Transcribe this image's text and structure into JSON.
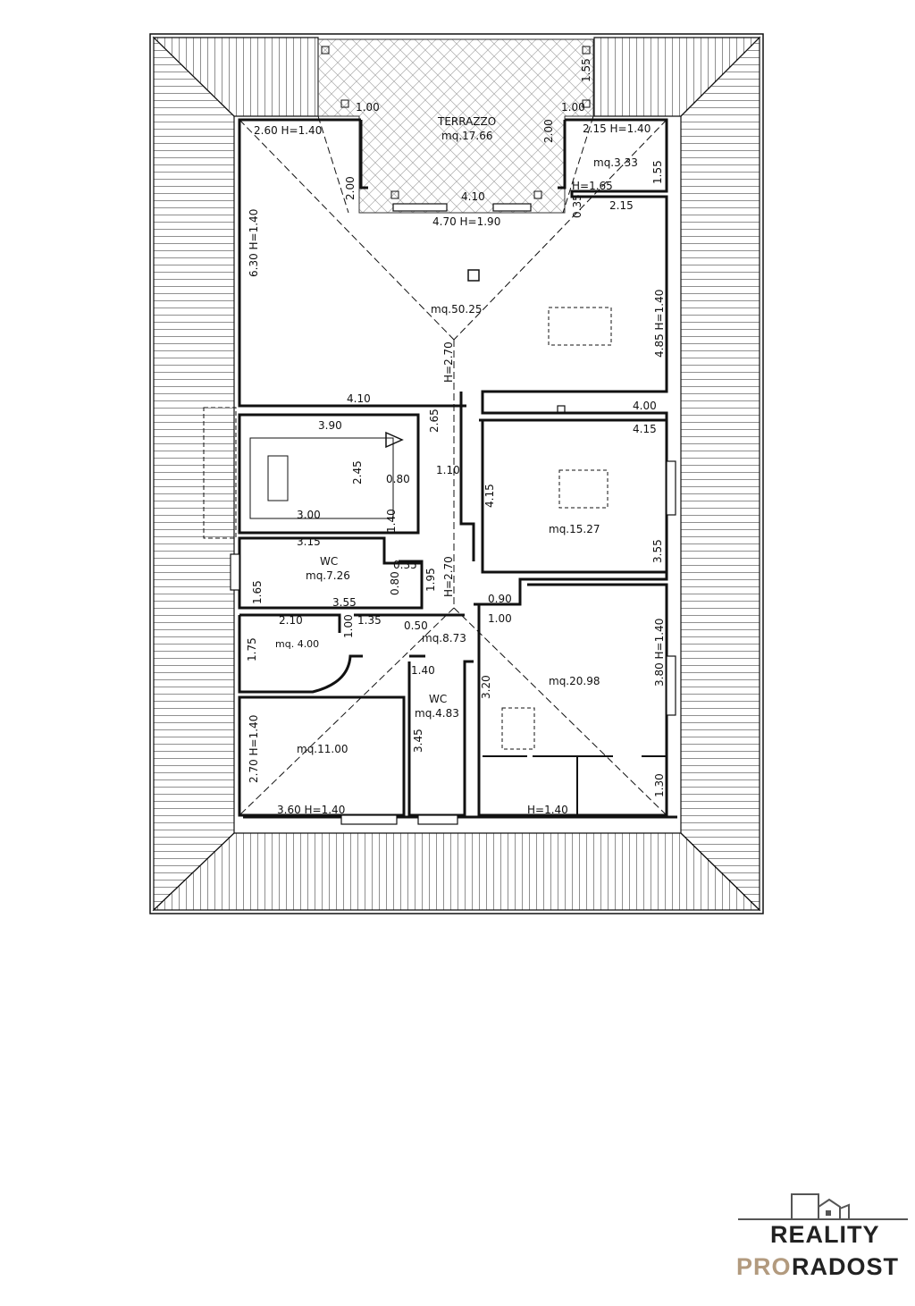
{
  "plan": {
    "terrace": {
      "label": "TERRAZZO",
      "area": "mq.17.66"
    },
    "areas": {
      "main": "mq.50.25",
      "small_ne": "mq.3.33",
      "bedroom_east": "mq.15.27",
      "wc1_name": "WC",
      "wc1_area": "mq.7.26",
      "hall": "mq.8.73",
      "room_sw_small": "mq. 4.00",
      "room_sw": "mq.11.00",
      "wc2_name": "WC",
      "wc2_area": "mq.4.83",
      "room_se": "mq.20.98"
    },
    "dims": {
      "d_100_l": "1.00",
      "d_100_r": "1.00",
      "d_155_t": "1.55",
      "d_260_h140": "2.60  H=1.40",
      "d_215_h140": "2.15  H=1.40",
      "d_155_r": "1.55",
      "d_200_l": "2.00",
      "d_200_r": "2.00",
      "d_410_t": "4.10",
      "d_470_h190": "4.70  H=1.90",
      "d_h165": "H=1.65",
      "d_035": "0.35",
      "d_215": "2.15",
      "d_630_h140": "6.30  H=1.40",
      "d_485_h140": "4.85  H=1.40",
      "d_h270_a": "H=2.70",
      "d_410_m": "4.10",
      "d_400": "4.00",
      "d_415_h": "4.15",
      "d_390": "3.90",
      "d_265": "2.65",
      "d_245": "2.45",
      "d_080_a": "0.80",
      "d_110": "1.10",
      "d_415_v": "4.15",
      "d_300": "3.00",
      "d_140_a": "1.40",
      "d_315": "3.15",
      "d_035_b": "0.35",
      "d_195": "1.95",
      "d_h270_b": "H=2.70",
      "d_080_b": "0.80",
      "d_355_r": "3.55",
      "d_165": "1.65",
      "d_355_b": "3.55",
      "d_090": "0.90",
      "d_210": "2.10",
      "d_135": "1.35",
      "d_100_b": "1.00",
      "d_050": "0.50",
      "d_100_c": "1.00",
      "d_175": "1.75",
      "d_140_b": "1.40",
      "d_380_h140": "3.80  H=1.40",
      "d_320": "3.20",
      "d_270_h140": "2.70  H=1.40",
      "d_345": "3.45",
      "d_130": "1.30",
      "d_360_h140": "3.60  H=1.40",
      "d_h140": "H=1.40"
    }
  },
  "logo": {
    "line1": "REALITY",
    "line2a": "PRO",
    "line2b": "RADOST",
    "icon": "city-skyline-icon"
  },
  "colors": {
    "ink": "#111111",
    "brand_beige": "#b29a7e",
    "brand_dark": "#222222"
  }
}
